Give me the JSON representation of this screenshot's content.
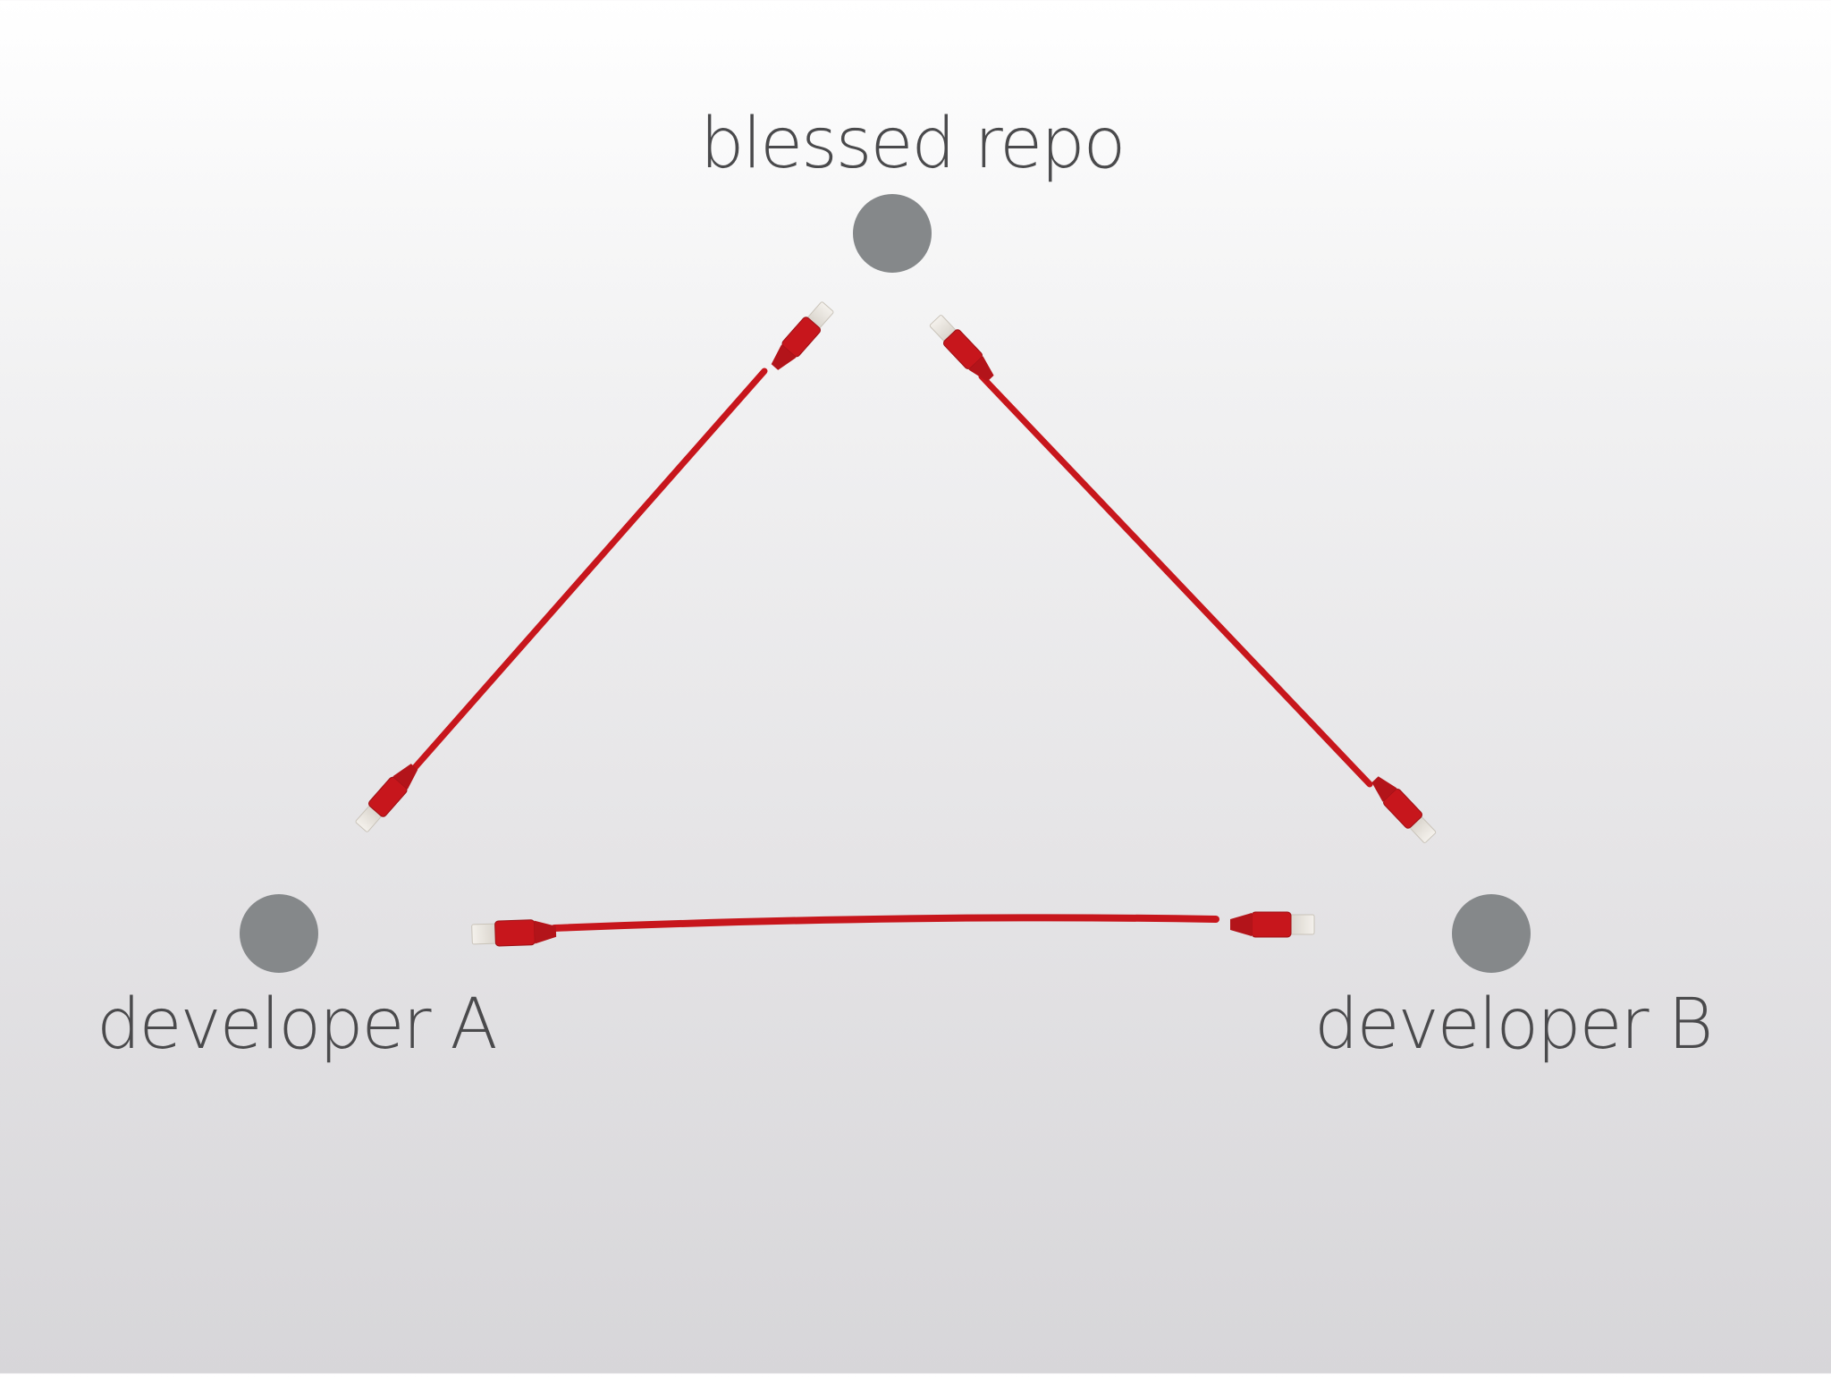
{
  "nodes": {
    "repo": {
      "label": "blessed repo"
    },
    "developer_a": {
      "label": "developer A"
    },
    "developer_b": {
      "label": "developer B"
    }
  },
  "edges": [
    {
      "from": "developer_a",
      "to": "repo",
      "kind": "network-cable"
    },
    {
      "from": "repo",
      "to": "developer_b",
      "kind": "network-cable"
    },
    {
      "from": "developer_a",
      "to": "developer_b",
      "kind": "network-cable"
    }
  ],
  "colors": {
    "node": "#85888a",
    "cable": "#c7161c",
    "label": "#4a4a4c"
  }
}
